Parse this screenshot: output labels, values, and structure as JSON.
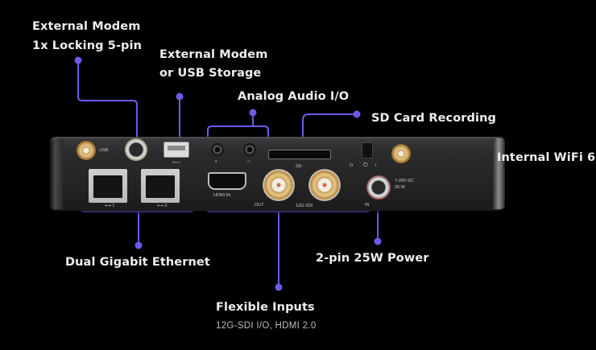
{
  "accent_color": "#6a5ce8",
  "callouts": {
    "modem_lemo": {
      "line1": "External Modem",
      "line2": "1x Locking 5-pin"
    },
    "modem_usb": {
      "line1": "External Modem",
      "line2": "or USB Storage"
    },
    "analog_audio": {
      "label": "Analog Audio I/O"
    },
    "sd_card": {
      "label": "SD Card Recording"
    },
    "wifi": {
      "label": "Internal WiFi 6"
    },
    "ethernet": {
      "label": "Dual Gigabit Ethernet"
    },
    "power": {
      "label": "2-pin 25W Power"
    },
    "inputs": {
      "label": "Flexible Inputs",
      "sub": "12G-SDI I/O, HDMI 2.0"
    }
  },
  "device_labels": {
    "usb": "USB",
    "usb_symbol": "⬳",
    "eth1": "⟷ 1",
    "eth2": "⟷ 2",
    "mic_icon": "◐",
    "headphone_icon": "∩",
    "hdmi": "HDMI   IN",
    "sd": "SD",
    "out": "OUT",
    "sdi": "12G-SDI",
    "in": "IN",
    "switch_off": "O",
    "switch_power": "⏻",
    "switch_on": "I",
    "power_spec1": "7-28V DC",
    "power_spec2": "25 W"
  }
}
